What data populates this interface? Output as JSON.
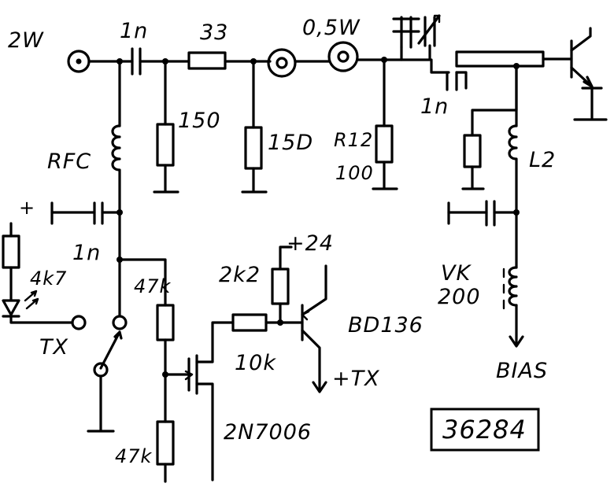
{
  "labels": {
    "power_in": "2W",
    "cap_in": "1n",
    "res_series": "33",
    "res_shunt1": "150",
    "res_shunt2": "15D",
    "power_rating": "0,5W",
    "r12_name": "R12",
    "r12_value": "100",
    "cap_out": "1n",
    "inductor_l2": "L2",
    "rfc": "RFC",
    "cap_rfc": "1n",
    "led_supply": "+",
    "res_led": "4k7",
    "tx_in": "TX",
    "res_47k_top": "47k",
    "res_47k_bot": "47k",
    "res_2k2": "2k2",
    "supply_24": "+24",
    "res_10k": "10k",
    "pnp": "BD136",
    "mosfet": "2N7006",
    "tx_out": "+TX",
    "vk200_name": "VK",
    "vk200_value": "200",
    "bias": "BIAS",
    "stamp": "36284"
  }
}
